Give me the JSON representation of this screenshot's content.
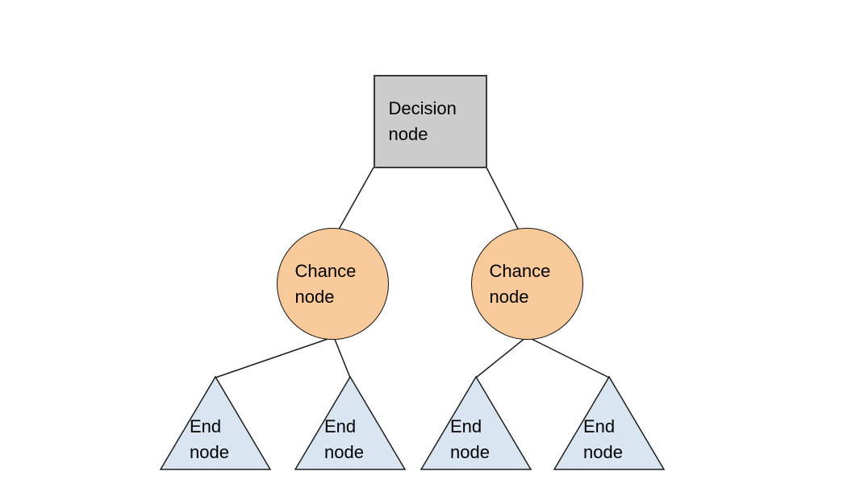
{
  "diagram": {
    "type": "decision-tree",
    "background": "#ffffff",
    "nodes": {
      "decision": {
        "label": "Decision node",
        "shape": "square",
        "fill": "#cccccc"
      },
      "chance_left": {
        "label": "Chance node",
        "shape": "circle",
        "fill": "#f8ca9a"
      },
      "chance_right": {
        "label": "Chance node",
        "shape": "circle",
        "fill": "#f8ca9a"
      },
      "end_1": {
        "label": "End node",
        "shape": "triangle",
        "fill": "#d9e5f1"
      },
      "end_2": {
        "label": "End node",
        "shape": "triangle",
        "fill": "#d9e5f1"
      },
      "end_3": {
        "label": "End node",
        "shape": "triangle",
        "fill": "#d9e5f1"
      },
      "end_4": {
        "label": "End node",
        "shape": "triangle",
        "fill": "#d9e5f1"
      }
    },
    "edges": [
      {
        "from": "decision",
        "to": "chance_left"
      },
      {
        "from": "decision",
        "to": "chance_right"
      },
      {
        "from": "chance_left",
        "to": "end_1"
      },
      {
        "from": "chance_left",
        "to": "end_2"
      },
      {
        "from": "chance_right",
        "to": "end_3"
      },
      {
        "from": "chance_right",
        "to": "end_4"
      }
    ],
    "colors": {
      "stroke": "#1a1a1a",
      "decision_fill": "#cccccc",
      "chance_fill": "#f8ca9a",
      "end_fill": "#d9e5f1",
      "text": "#000000"
    }
  }
}
